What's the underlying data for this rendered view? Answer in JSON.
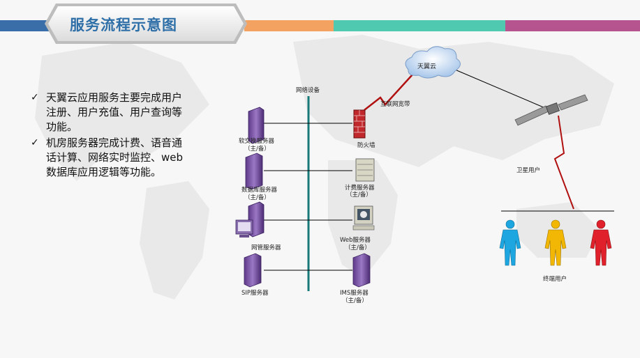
{
  "title": "服务流程示意图",
  "colors": {
    "bar_blue": "#3a6ea8",
    "bar_orange": "#f4a261",
    "bar_teal": "#4fc9b0",
    "bar_purple": "#b5548f",
    "title_blue": "#2f6fa8"
  },
  "bullets": [
    "天翼云应用服务主要完成用户注册、用户充值、用户查询等功能。",
    "机房服务器完成计费、语音通话计算、网络实时监控、web数据库应用逻辑等功能。"
  ],
  "check_symbol": "✓",
  "labels": {
    "network_device": "网络设备",
    "cloud": "天翼云",
    "internet_bandwidth": "互联网宽带",
    "soft_switch": "软交换服务器",
    "soft_switch_sub": "（主/备）",
    "firewall": "防火墙",
    "database": "数据库服务器",
    "database_sub": "（主/备）",
    "billing": "计费服务器",
    "billing_sub": "（主/备）",
    "netmgmt": "网管服务器",
    "web": "Web服务器",
    "web_sub": "（主/备）",
    "sip": "SIP服务器",
    "ims": "IMS服务器",
    "ims_sub": "（主/备）",
    "satellite_user": "卫星用户",
    "terminal_user": "终端用户"
  },
  "icons": [
    "server-icon",
    "firewall-icon",
    "monitor-icon",
    "cloud-icon",
    "satellite-icon",
    "person-icon"
  ],
  "person_colors": [
    "#1ea6e0",
    "#f2b705",
    "#e0202a"
  ]
}
